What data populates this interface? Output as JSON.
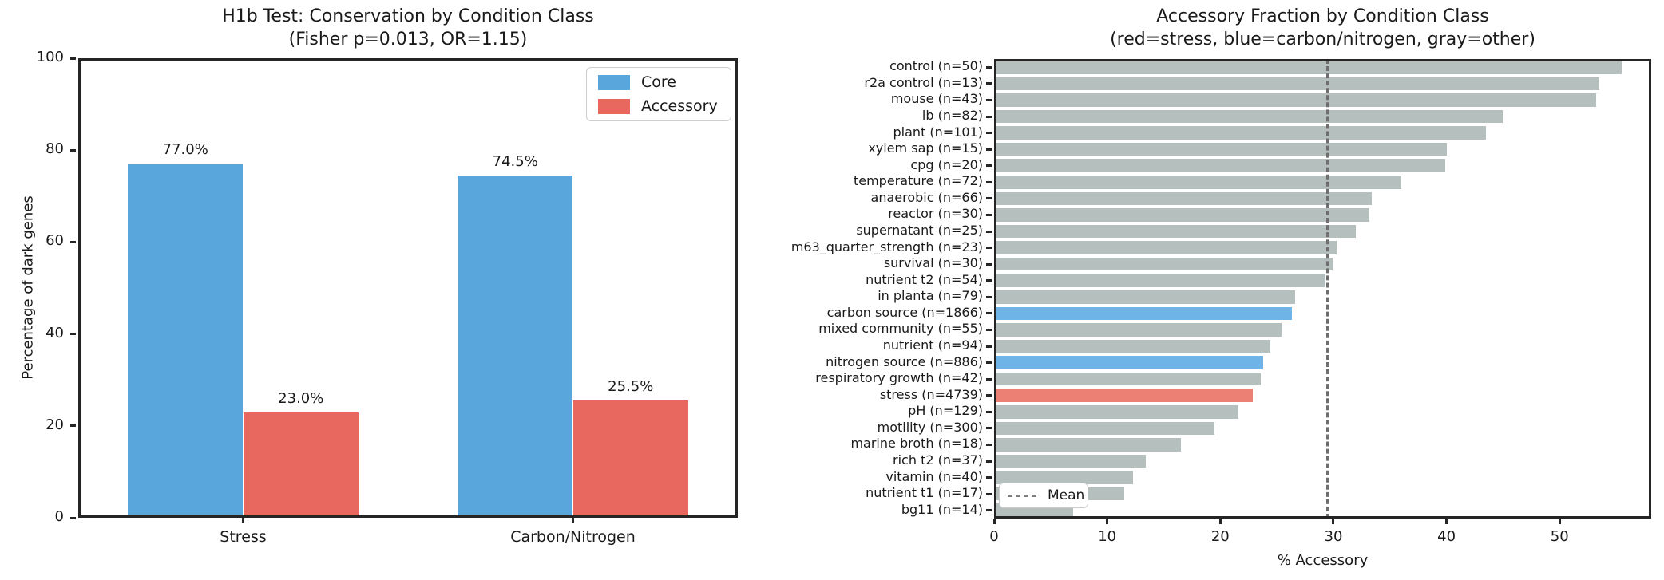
{
  "figure": {
    "background": "#ffffff",
    "text_color": "#1a1a1a"
  },
  "chart_data": [
    {
      "type": "bar",
      "title": "H1b Test: Conservation by Condition Class",
      "subtitle": "(Fisher p=0.013, OR=1.15)",
      "ylabel": "Percentage of dark genes",
      "categories": [
        "Stress",
        "Carbon/Nitrogen"
      ],
      "series": [
        {
          "name": "Core",
          "color": "#58a6db",
          "values": [
            77.0,
            74.5
          ],
          "labels": [
            "77.0%",
            "74.5%"
          ]
        },
        {
          "name": "Accessory",
          "color": "#e8685f",
          "values": [
            23.0,
            25.5
          ],
          "labels": [
            "23.0%",
            "25.5%"
          ]
        }
      ],
      "ylim": [
        0,
        100
      ],
      "yticks": [
        0,
        20,
        40,
        60,
        80,
        100
      ],
      "legend_position": "top-right",
      "grid": false
    },
    {
      "type": "bar-horizontal",
      "title": "Accessory Fraction by Condition Class",
      "subtitle": "(red=stress, blue=carbon/nitrogen, gray=other)",
      "xlabel": "% Accessory",
      "xticks": [
        0,
        10,
        20,
        30,
        40,
        50
      ],
      "xlim": [
        0,
        58.1
      ],
      "mean_value": 29.4,
      "mean_label": "Mean",
      "group_colors": {
        "stress": "#ed8074",
        "carbon_nitrogen": "#6eb4e6",
        "other": "#b5bfbe"
      },
      "mean_line_color": "#6e6e6e",
      "bars": [
        {
          "label": "control (n=50)",
          "value": 55.5,
          "group": "other"
        },
        {
          "label": "r2a control (n=13)",
          "value": 53.5,
          "group": "other"
        },
        {
          "label": "mouse (n=43)",
          "value": 53.2,
          "group": "other"
        },
        {
          "label": "lb (n=82)",
          "value": 45.0,
          "group": "other"
        },
        {
          "label": "plant (n=101)",
          "value": 43.5,
          "group": "other"
        },
        {
          "label": "xylem sap (n=15)",
          "value": 40.0,
          "group": "other"
        },
        {
          "label": "cpg (n=20)",
          "value": 39.9,
          "group": "other"
        },
        {
          "label": "temperature (n=72)",
          "value": 36.0,
          "group": "other"
        },
        {
          "label": "anaerobic (n=66)",
          "value": 33.4,
          "group": "other"
        },
        {
          "label": "reactor (n=30)",
          "value": 33.2,
          "group": "other"
        },
        {
          "label": "supernatant (n=25)",
          "value": 32.0,
          "group": "other"
        },
        {
          "label": "m63_quarter_strength (n=23)",
          "value": 30.3,
          "group": "other"
        },
        {
          "label": "survival (n=30)",
          "value": 29.9,
          "group": "other"
        },
        {
          "label": "nutrient t2 (n=54)",
          "value": 29.3,
          "group": "other"
        },
        {
          "label": "in planta (n=79)",
          "value": 26.6,
          "group": "other"
        },
        {
          "label": "carbon source (n=1866)",
          "value": 26.3,
          "group": "carbon_nitrogen"
        },
        {
          "label": "mixed community (n=55)",
          "value": 25.4,
          "group": "other"
        },
        {
          "label": "nutrient (n=94)",
          "value": 24.4,
          "group": "other"
        },
        {
          "label": "nitrogen source (n=886)",
          "value": 23.8,
          "group": "carbon_nitrogen"
        },
        {
          "label": "respiratory growth (n=42)",
          "value": 23.6,
          "group": "other"
        },
        {
          "label": "stress (n=4739)",
          "value": 22.9,
          "group": "stress"
        },
        {
          "label": "pH (n=129)",
          "value": 21.6,
          "group": "other"
        },
        {
          "label": "motility (n=300)",
          "value": 19.5,
          "group": "other"
        },
        {
          "label": "marine broth (n=18)",
          "value": 16.5,
          "group": "other"
        },
        {
          "label": "rich t2 (n=37)",
          "value": 13.4,
          "group": "other"
        },
        {
          "label": "vitamin (n=40)",
          "value": 12.3,
          "group": "other"
        },
        {
          "label": "nutrient t1 (n=17)",
          "value": 11.5,
          "group": "other"
        },
        {
          "label": "bg11 (n=14)",
          "value": 7.0,
          "group": "other"
        }
      ],
      "legend_position": "bottom-left",
      "grid": false
    }
  ]
}
